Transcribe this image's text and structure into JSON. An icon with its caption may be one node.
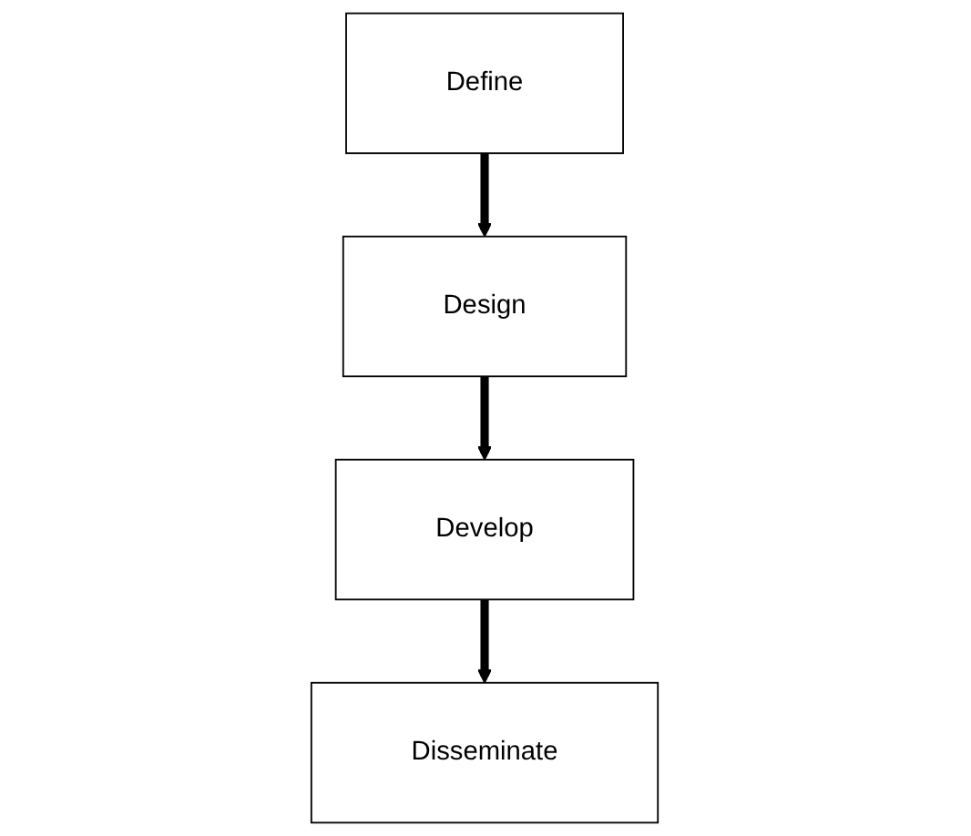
{
  "diagram": {
    "nodes": [
      {
        "text": [
          "Define"
        ]
      },
      {
        "text": [
          "Design"
        ]
      },
      {
        "text": [
          "Develop"
        ]
      },
      {
        "text": [
          "Disseminate"
        ]
      }
    ],
    "edges": [
      {
        "from": 0,
        "to": 1,
        "arrow": "to"
      },
      {
        "from": 1,
        "to": 2,
        "arrow": "to"
      },
      {
        "from": 2,
        "to": 3,
        "arrow": "to"
      }
    ]
  }
}
